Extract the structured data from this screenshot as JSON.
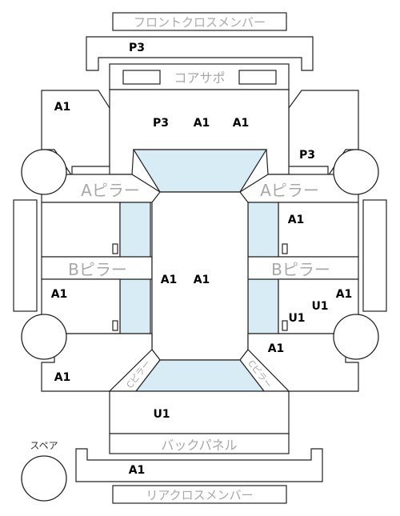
{
  "labels": {
    "front_cross_member": "フロントクロスメンバー",
    "core_support": "コアサポ",
    "a_pillar_left": "Aピラー",
    "a_pillar_right": "Aピラー",
    "b_pillar_left": "Bピラー",
    "b_pillar_right": "Bピラー",
    "back_panel": "バックパネル",
    "rear_cross_member": "リアクロスメンバー",
    "spare": "スペア",
    "c_pillar_left": "Cピラー",
    "c_pillar_right": "Cピラー"
  },
  "codes": {
    "front_member": "P3",
    "hood_left": "P3",
    "hood_center": "A1",
    "hood_right": "A1",
    "front_left_fender": "A1",
    "front_right_fender": "P3",
    "front_right_door": "A1",
    "roof_left": "A1",
    "roof_right": "A1",
    "rear_left_door": "A1",
    "rear_right_door_a": "U1",
    "rear_right_door_b": "U1",
    "rear_right_door_c": "A1",
    "rear_left_quarter": "A1",
    "rear_right_quarter": "A1",
    "trunk": "U1",
    "rear_member": "A1"
  },
  "colors": {
    "glass": "#d7ecf4",
    "label_grey": "#a8a8a8",
    "line": "#222222"
  }
}
